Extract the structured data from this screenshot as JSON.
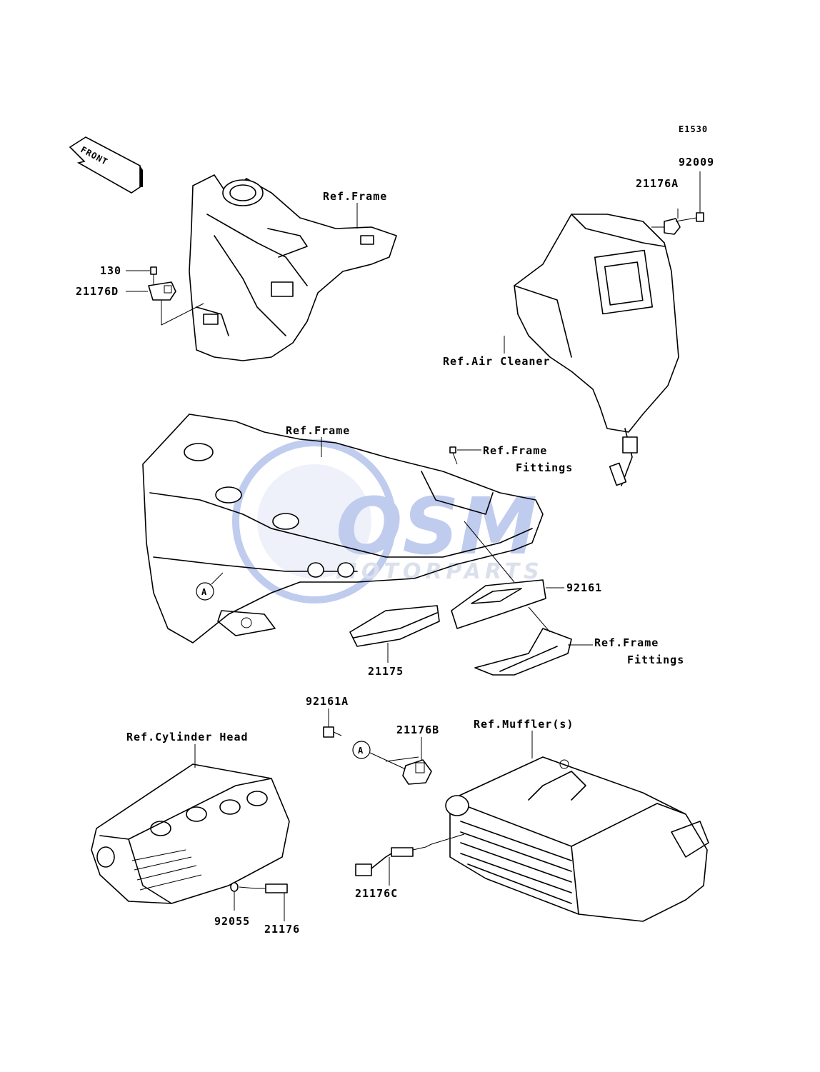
{
  "diagram_code": "E1530",
  "front_indicator": "FRONT",
  "watermark": {
    "logo_text": "OSM",
    "sub_text": "MOTORPARTS",
    "color": "#4a6fd0"
  },
  "labels": {
    "ref_frame_top": "Ref.Frame",
    "p130": "130",
    "p21176D": "21176D",
    "p92009": "92009",
    "p21176A": "21176A",
    "ref_air_cleaner": "Ref.Air Cleaner",
    "ref_frame_mid": "Ref.Frame",
    "ref_frame_fittings_1a": "Ref.Frame",
    "ref_frame_fittings_1b": "Fittings",
    "p92161": "92161",
    "ref_frame_fittings_2a": "Ref.Frame",
    "ref_frame_fittings_2b": "Fittings",
    "p21175": "21175",
    "callout_a": "A",
    "p92161A": "92161A",
    "p21176B": "21176B",
    "callout_a2": "A",
    "ref_muffler": "Ref.Muffler(s)",
    "ref_cylinder_head": "Ref.Cylinder Head",
    "p21176C": "21176C",
    "p92055": "92055",
    "p21176": "21176"
  }
}
